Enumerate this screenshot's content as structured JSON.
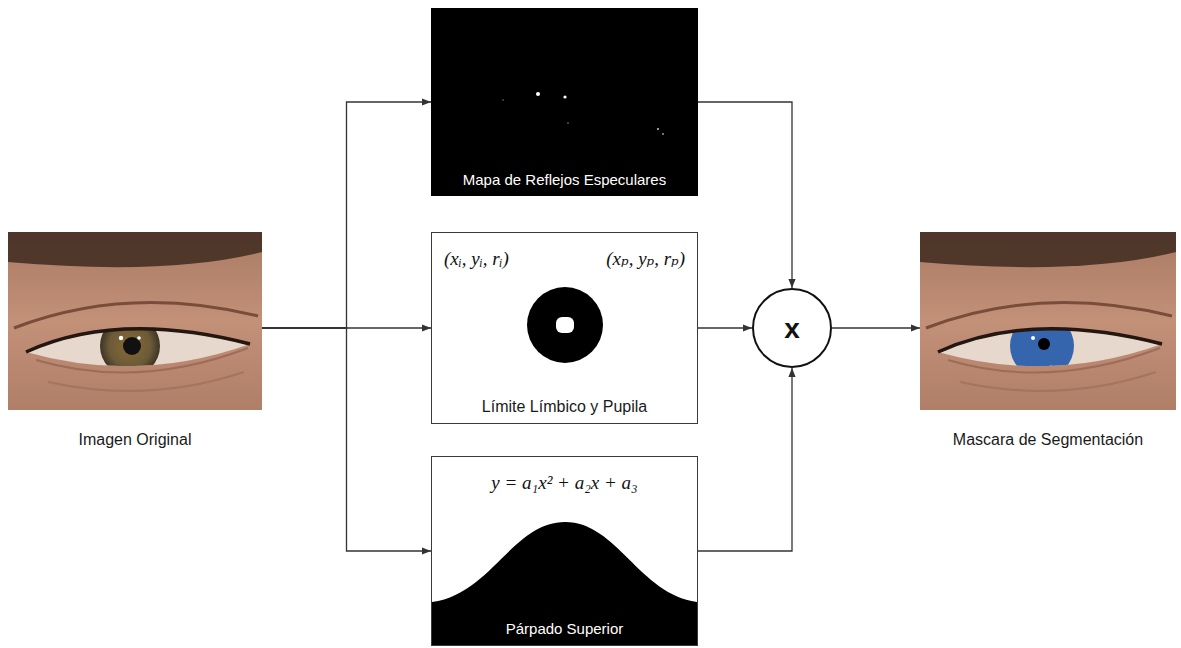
{
  "diagram": {
    "nodes": [
      {
        "text": [
          "Imagen Original"
        ]
      },
      {
        "text": [
          "Mapa de Reflejos Especulares"
        ]
      },
      {
        "text": [
          "(xᵢ, yᵢ, rᵢ)",
          "(xₚ, yₚ, rₚ)",
          "Límite Límbico y Pupila"
        ]
      },
      {
        "text": [
          "y = a₁x² + a₂x + a₃",
          "Párpado Superior"
        ]
      },
      {
        "text": [
          "x"
        ]
      },
      {
        "text": [
          "Mascara de Segmentación"
        ]
      }
    ],
    "edges": [
      {
        "from": 0,
        "to": 1,
        "arrow": "to"
      },
      {
        "from": 0,
        "to": 2,
        "arrow": "to"
      },
      {
        "from": 0,
        "to": 3,
        "arrow": "to"
      },
      {
        "from": 1,
        "to": 4,
        "arrow": "to"
      },
      {
        "from": 2,
        "to": 4,
        "arrow": "to"
      },
      {
        "from": 3,
        "to": 4,
        "arrow": "to"
      },
      {
        "from": 4,
        "to": 5,
        "arrow": "to"
      }
    ]
  }
}
